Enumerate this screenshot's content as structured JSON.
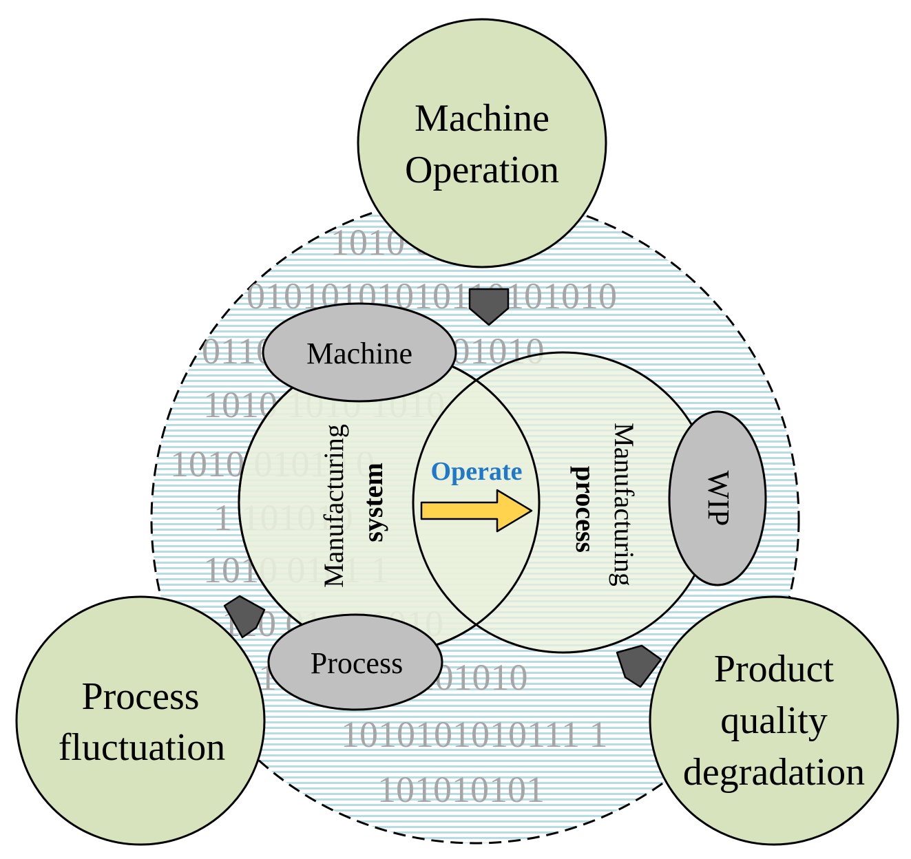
{
  "binary_rows": [
    "1010          0101",
    "01010101010110101010",
    "0110               10101010101010",
    "1010          1010          1010",
    "1010          01010          0",
    "1          101010",
    "1010          0101          1",
    "110          01          101010",
    "1          0101010101010",
    "1010101010111 1",
    "101010101"
  ],
  "top_circle": {
    "lines": [
      "Machine",
      "Operation"
    ]
  },
  "left_circle": {
    "lines": [
      "Process",
      "fluctuation"
    ]
  },
  "right_circle": {
    "lines": [
      "Product",
      "quality",
      "degradation"
    ]
  },
  "machine_node": "Machine",
  "process_node": "Process",
  "wip_node": "WIP",
  "system_label": {
    "regular": "Manufacturing",
    "bold": "system"
  },
  "process_label": {
    "regular": "Manufacturing",
    "bold": "process"
  },
  "operate_label": "Operate",
  "colors": {
    "outer_fill": "#d6e3bd",
    "inner_fill": "#e9f0dc",
    "node_fill": "#c0c0c0",
    "pointer_fill": "#595959",
    "arrow_fill": "#ffd34d",
    "stripe": "#b8dbe4",
    "operate_text": "#1f78c8"
  }
}
